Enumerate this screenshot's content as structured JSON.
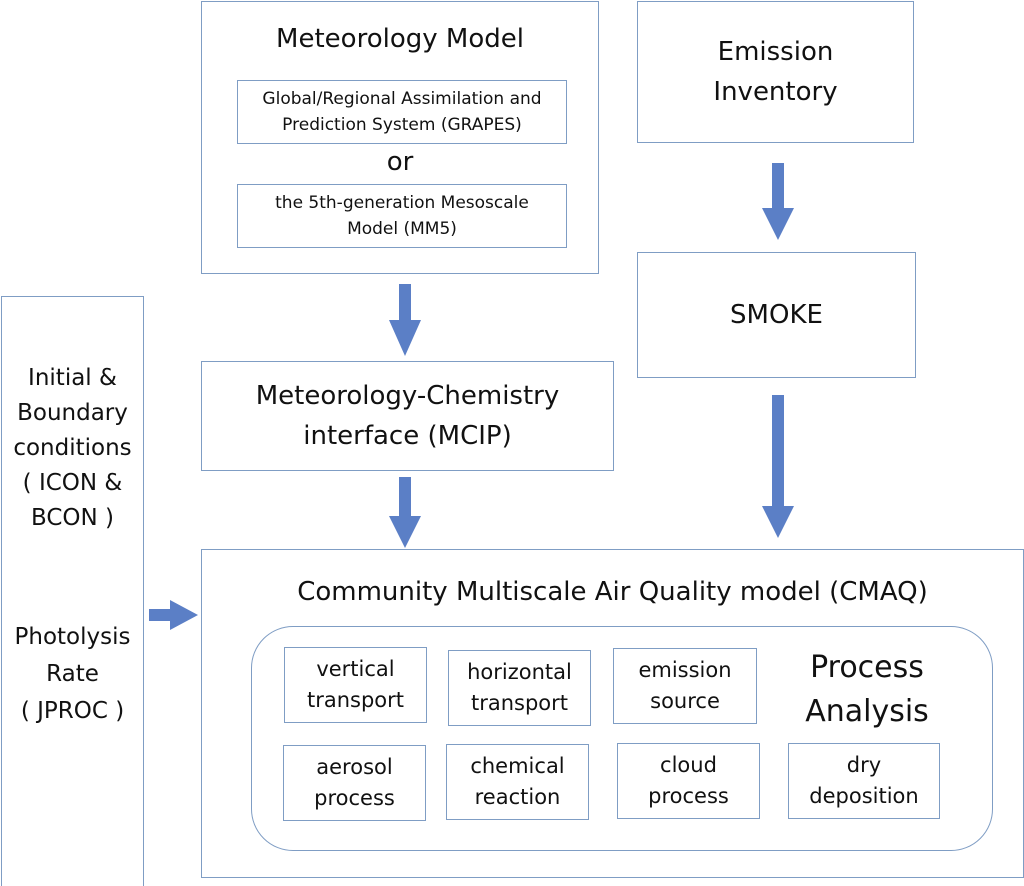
{
  "meteorology": {
    "title": "Meteorology Model",
    "grapes": "Global/Regional Assimilation and\nPrediction System (GRAPES)",
    "or": "or",
    "mm5": "the 5th-generation Mesoscale\nModel (MM5)"
  },
  "emission_inventory": "Emission\nInventory",
  "smoke": "SMOKE",
  "mcip": "Meteorology-Chemistry\ninterface (MCIP)",
  "inputs": {
    "initial_boundary": "Initial &\nBoundary\nconditions\n( ICON &\nBCON )",
    "photolysis": "Photolysis\nRate\n( JPROC )"
  },
  "cmaq": {
    "title": "Community Multiscale Air Quality model (CMAQ)",
    "process_analysis": "Process\nAnalysis",
    "processes": {
      "vertical": "vertical\ntransport",
      "horizontal": "horizontal\ntransport",
      "emission": "emission\nsource",
      "aerosol": "aerosol\nprocess",
      "chemical": "chemical\nreaction",
      "cloud": "cloud\nprocess",
      "dry": "dry\ndeposition"
    }
  },
  "colors": {
    "border": "#7f9dc4",
    "arrow": "#5b7fc6"
  }
}
